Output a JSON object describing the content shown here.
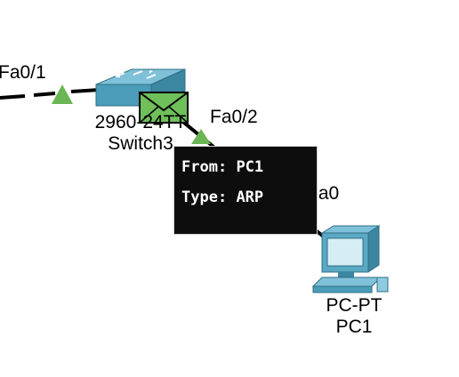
{
  "topology": {
    "switch": {
      "model": "2960-24TT",
      "name": "Switch3",
      "icon": "switch-icon",
      "color": "#4a9cb8"
    },
    "pc": {
      "model": "PC-PT",
      "name": "PC1",
      "icon": "pc-icon"
    },
    "ports": {
      "switch_left": "Fa0/1",
      "switch_right": "Fa0/2",
      "pc": "Fa0"
    },
    "link_status_color": "#6ab655"
  },
  "pdu": {
    "icon": "envelope-icon",
    "color": "#6fbf5a",
    "tooltip": {
      "from_label": "From:",
      "from_value": "PC1",
      "type_label": "Type:",
      "type_value": "ARP"
    }
  }
}
